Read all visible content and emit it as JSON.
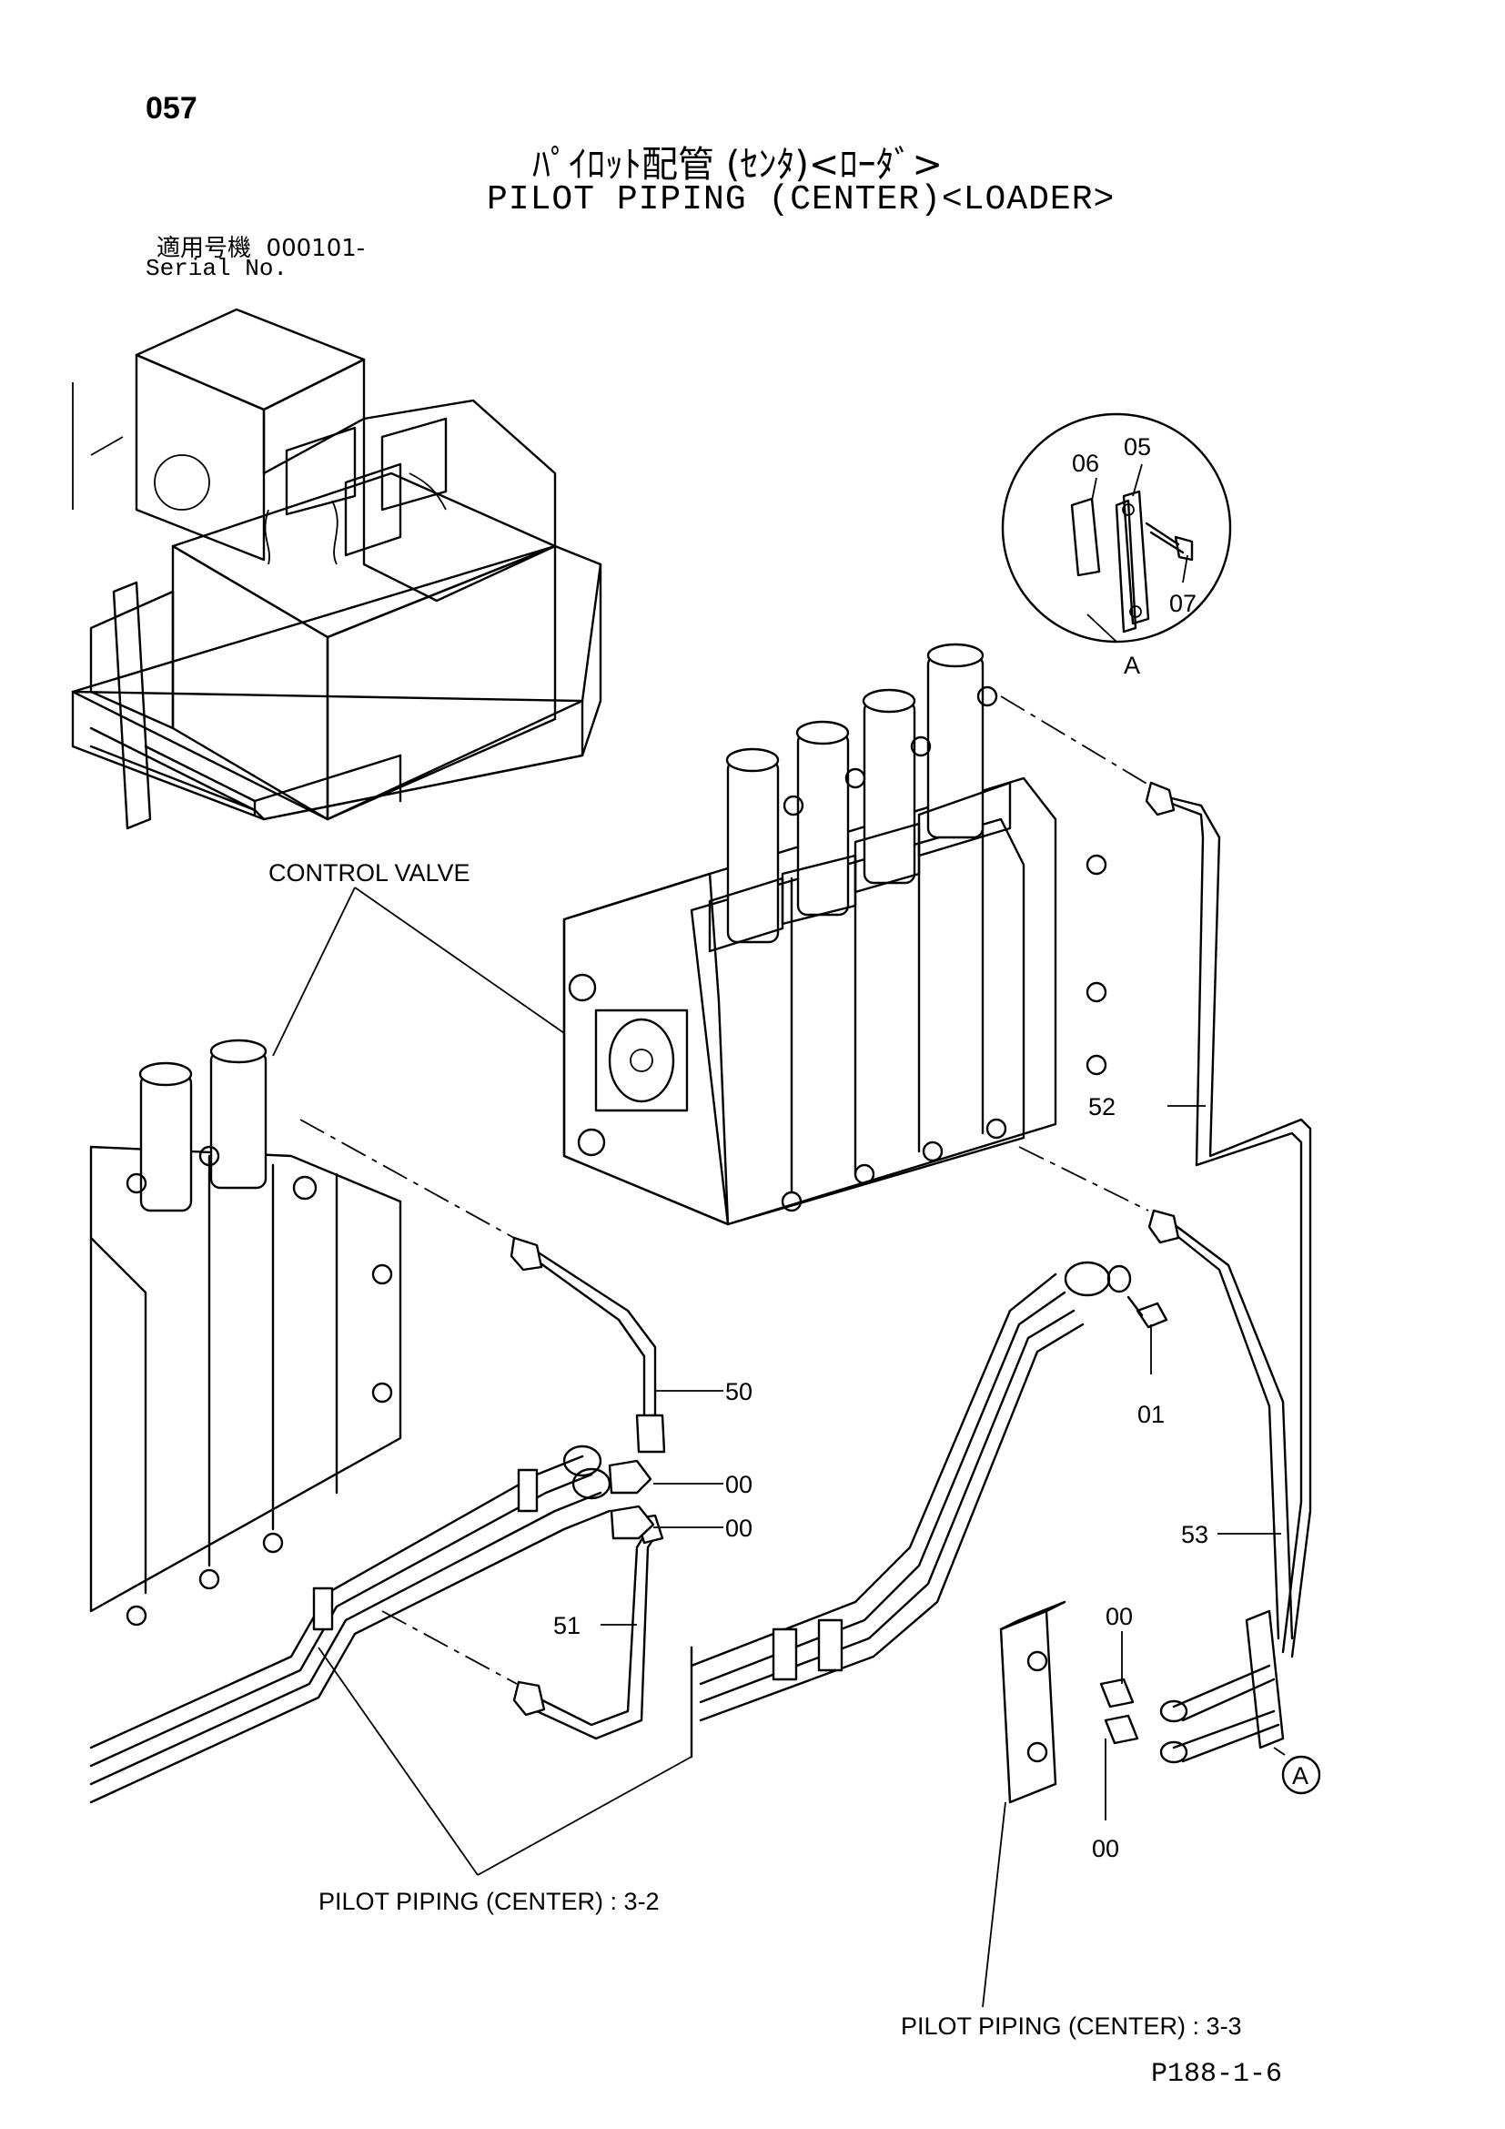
{
  "header": {
    "page_number": "057",
    "title_jp": "ﾊﾟｲﾛｯﾄ配管 (ｾﾝﾀ)<ﾛｰﾀﾞ>",
    "title_en": "PILOT PIPING (CENTER)<LOADER>",
    "serial_label_jp": "適用号機",
    "serial_value": "000101-",
    "serial_label_en": "Serial No."
  },
  "callouts": {
    "control_valve": "CONTROL VALVE",
    "pilot_piping_3_2": "PILOT PIPING (CENTER) : 3-2",
    "pilot_piping_3_3": "PILOT PIPING (CENTER) : 3-3",
    "detail_ref": "A",
    "detail_view_label": "A"
  },
  "part_numbers": {
    "p05": "05",
    "p06": "06",
    "p07": "07",
    "p52": "52",
    "p50": "50",
    "p00_a": "00",
    "p00_b": "00",
    "p01": "01",
    "p53": "53",
    "p51": "51",
    "p00_c": "00",
    "p00_d": "00"
  },
  "footer": {
    "figure_code": "P188-1-6"
  }
}
